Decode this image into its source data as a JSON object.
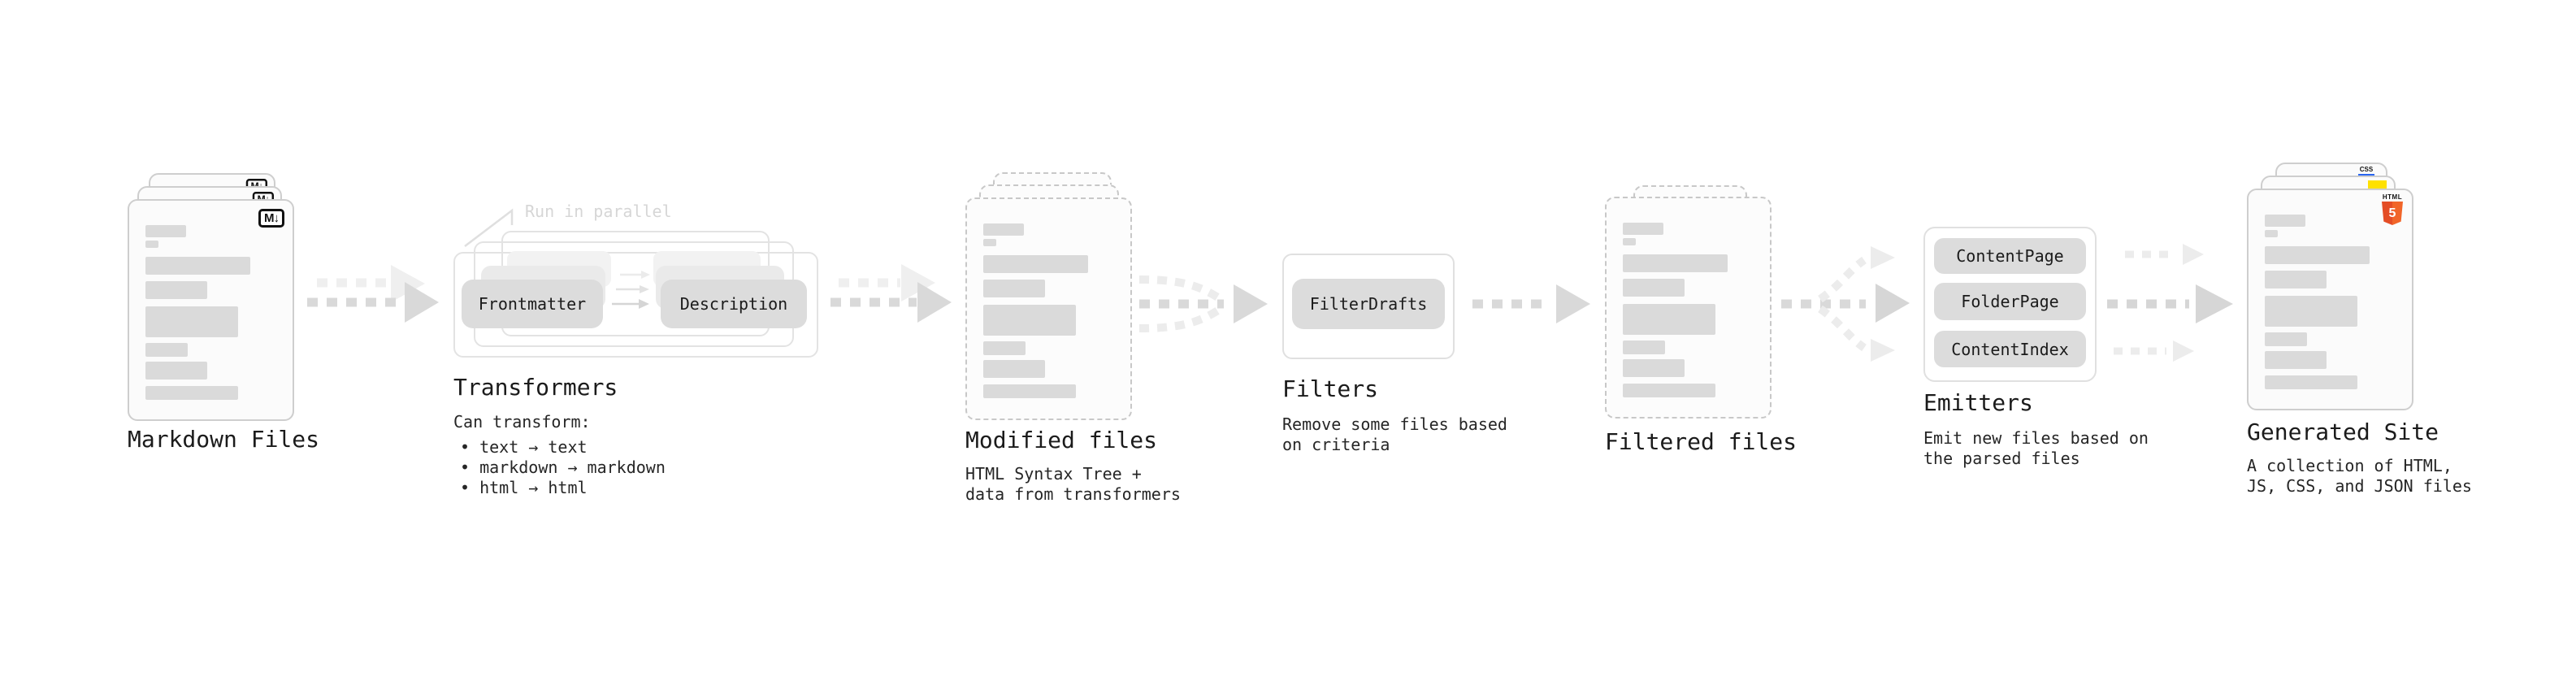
{
  "stages": {
    "markdown": {
      "label": "Markdown Files",
      "badge": "M↓"
    },
    "transformers": {
      "label": "Transformers",
      "annotation": "Run in parallel",
      "chip_left": "Frontmatter",
      "chip_right": "Description",
      "description": "Can transform:",
      "bullets": [
        "• text → text",
        "• markdown → markdown",
        "• html → html"
      ]
    },
    "modified": {
      "label": "Modified files",
      "description": [
        "HTML Syntax Tree +",
        "data from transformers"
      ]
    },
    "filters": {
      "label": "Filters",
      "chip": "FilterDrafts",
      "description": [
        "Remove some files based",
        "on criteria"
      ]
    },
    "filtered": {
      "label": "Filtered files"
    },
    "emitters": {
      "label": "Emitters",
      "chips": [
        "ContentPage",
        "FolderPage",
        "ContentIndex"
      ],
      "description": [
        "Emit new files based on",
        "the parsed files"
      ]
    },
    "generated": {
      "label": "Generated Site",
      "description": [
        "A collection of HTML,",
        "JS, CSS, and JSON files"
      ],
      "badges": {
        "css": "CSS",
        "html_label": "HTML",
        "html_number": "5"
      }
    }
  },
  "colors": {
    "html5_orange": "#e44d26",
    "html5_orange_light": "#f16529",
    "js_yellow": "#ffe100",
    "css_blue": "#2965f1",
    "chip_fill": "#dcdcdc",
    "arrow_gray": "#d9d9d9",
    "arrow_faint": "#ececec"
  }
}
